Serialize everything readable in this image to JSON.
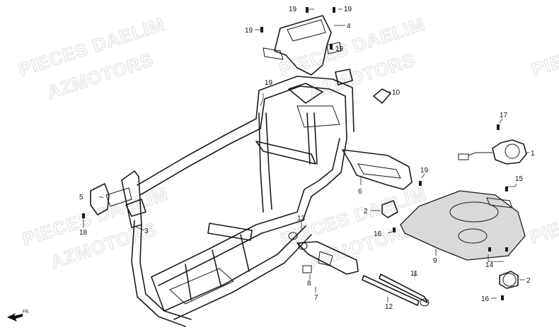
{
  "watermarks": [
    "PIECES DAELIM",
    "AZMOTORS",
    "PIECES DAELIM",
    "AZMOTORS",
    "PIECES DAELIM",
    "AZMOTORS",
    "PIECES DAELIM",
    "AZMOTORS",
    "PIECES",
    "PIE"
  ],
  "callouts": {
    "c19a": "19",
    "c19b": "19",
    "c19c": "19",
    "c19d": "19",
    "c19e": "19",
    "c19f": "19",
    "c4": "4",
    "c10": "10",
    "c17": "17",
    "c1": "1",
    "c6": "6",
    "c15": "15",
    "c5": "5",
    "c18": "18",
    "c3": "3",
    "c2a": "2",
    "c16a": "16",
    "c13": "13",
    "c9": "9",
    "c14": "14",
    "c11": "11",
    "c8": "8",
    "c7": "7",
    "c12": "12",
    "c2b": "2",
    "c16b": "16"
  },
  "direction_label": "FR."
}
